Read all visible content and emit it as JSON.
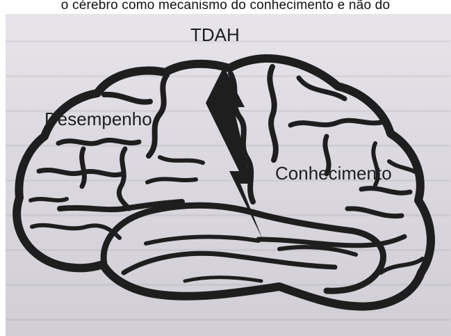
{
  "caption": {
    "text": "o cérebro como mecanismo do conhecimento e não do"
  },
  "diagram": {
    "labels": {
      "top": "TDAH",
      "left": "Desempenho",
      "right": "Conhecimento"
    },
    "colors": {
      "paper": "#dcdae0",
      "ink": "#1e1e1e"
    }
  }
}
